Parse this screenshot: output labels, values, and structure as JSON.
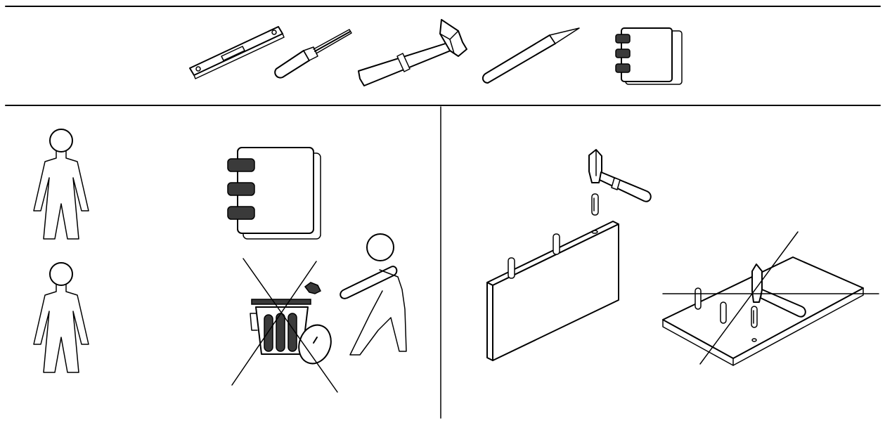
{
  "background": "#ffffff",
  "line_color": "#000000",
  "tab_color": "#3a3a3a",
  "panels": {
    "tools": [
      "spirit-level",
      "screwdriver",
      "hammer",
      "pencil",
      "manual"
    ],
    "left": [
      "person",
      "person",
      "manual",
      "do-not-discard-manual",
      "person-carrying-board"
    ],
    "right": [
      "inserting-dowels-into-panel-edge",
      "inserting-dowels-into-panel-face-prohibited"
    ]
  }
}
